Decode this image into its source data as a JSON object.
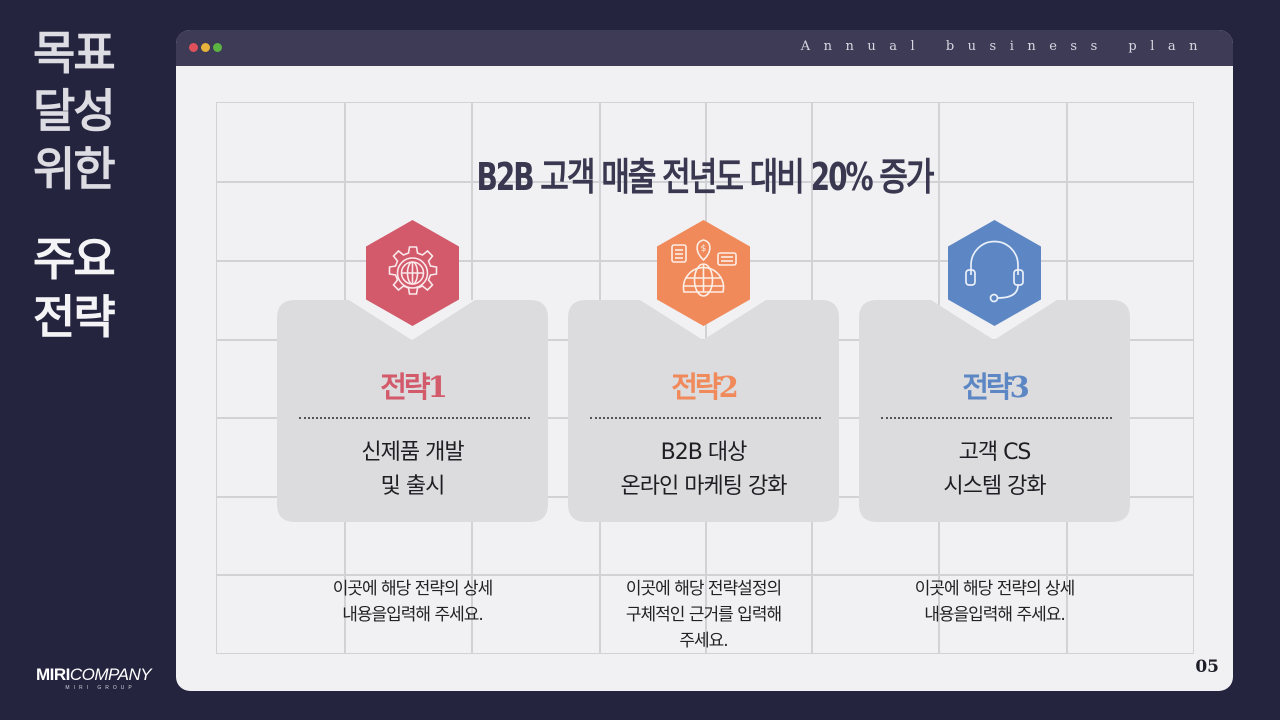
{
  "side_title": {
    "line1": [
      "목표",
      "달성",
      "위한"
    ],
    "line2": [
      "주요",
      "전략"
    ]
  },
  "logo": {
    "bold": "MIRI",
    "text": "COMPANY",
    "sub": "MIRI GROUP"
  },
  "window": {
    "title": "Annual business plan",
    "dots": [
      "#e0505a",
      "#e8b33a",
      "#5cb443"
    ]
  },
  "headline": "B2B 고객 매출 전년도 대비 20% 증가",
  "strategies": [
    {
      "label": "전략1",
      "icon": "gear-globe-icon",
      "color": "#d25a6b",
      "title_lines": [
        "신제품 개발",
        "및 출시"
      ],
      "desc_lines": [
        "이곳에 해당 전략의 상세",
        "내용을입력해 주세요."
      ]
    },
    {
      "label": "전략2",
      "icon": "globe-marketing-icon",
      "color": "#f08a5b",
      "title_lines": [
        "B2B 대상",
        "온라인 마케팅 강화"
      ],
      "desc_lines": [
        "이곳에 해당 전략설정의",
        "구체적인 근거를 입력해",
        "주세요."
      ]
    },
    {
      "label": "전략3",
      "icon": "headset-icon",
      "color": "#5d87c4",
      "title_lines": [
        "고객 CS",
        "시스템 강화"
      ],
      "desc_lines": [
        "이곳에 해당 전략의 상세",
        "내용을입력해 주세요."
      ]
    }
  ],
  "page_number": "05",
  "colors": {
    "background": "#25243f",
    "titlebar": "#3d3b56",
    "content": "#f1f1f3",
    "card": "#dcdbdd",
    "heading": "#3a3850"
  }
}
